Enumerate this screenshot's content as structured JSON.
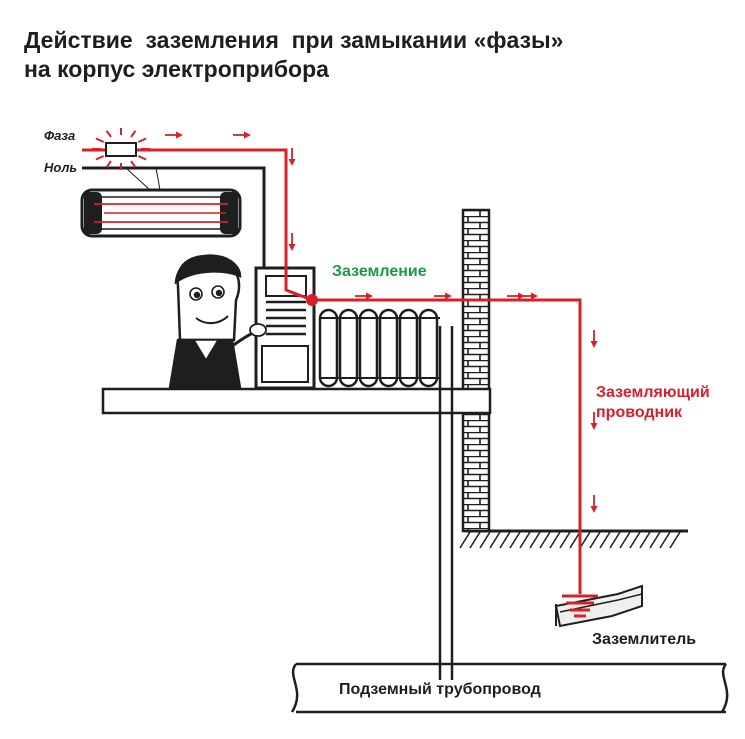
{
  "title": {
    "line1": "Действие  заземления  при замыкании «фазы»",
    "line2": "на корпус электроприбора"
  },
  "labels": {
    "phase": "Фаза",
    "neutral": "Ноль",
    "grounding": "Заземление",
    "conductor_line1": "Заземляющий",
    "conductor_line2": "проводник",
    "electrode": "Заземлитель",
    "pipeline": "Подземный трубопровод"
  },
  "colors": {
    "current": "#d8202a",
    "grounding_label": "#1a9a4a",
    "outline": "#1e1e1e"
  },
  "icons": [
    "spark-icon",
    "lamp-icon",
    "person-icon",
    "appliance-icon",
    "radiator-icon",
    "brick-wall-icon",
    "ground-electrode-icon",
    "arrow-icon"
  ]
}
